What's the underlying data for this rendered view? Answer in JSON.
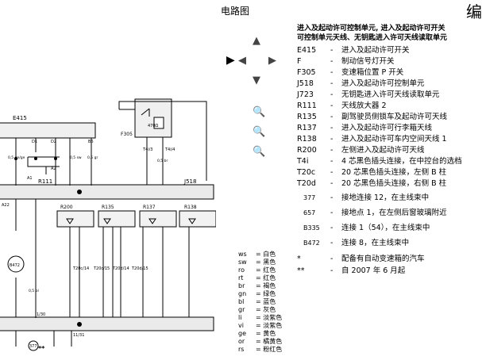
{
  "header": {
    "title": "电路图",
    "corner": "编"
  },
  "legend_title": [
    "进入及起动许可控制单元, 进入及起动许可开关",
    "可控制单元天线、无钥匙进入许可天线读取单元"
  ],
  "legend_rows": [
    {
      "code": "E415",
      "desc": "进入及起动许可开关"
    },
    {
      "code": "F",
      "desc": "制动信号灯开关"
    },
    {
      "code": "F305",
      "desc": "变速箱位置 P 开关"
    },
    {
      "code": "J518",
      "desc": "进入及起动许可控制单元"
    },
    {
      "code": "J723",
      "desc": "无钥匙进入许可天线读取单元"
    },
    {
      "code": "R111",
      "desc": "天线放大器 2"
    },
    {
      "code": "R135",
      "desc": "副驾驶员侧锁车及起动许可天线"
    },
    {
      "code": "R137",
      "desc": "进入及起动许可行李箱天线"
    },
    {
      "code": "R138",
      "desc": "进入及起动许可车内空间天线 1"
    },
    {
      "code": "R200",
      "desc": "左侧进入及起动许可天线"
    },
    {
      "code": "T4i",
      "desc": "4 芯黑色插头连接，在中控台的选档"
    },
    {
      "code": "T20c",
      "desc": "20 芯黑色插头连接，左侧 B 柱"
    },
    {
      "code": "T20d",
      "desc": "20 芯黑色插头连接，右侧 B 柱"
    },
    {
      "code": "377",
      "desc": "接地连接 12，在主线束中",
      "small": true
    },
    {
      "code": "657",
      "desc": "接地点 1，在左侧后窗玻璃附近",
      "small": true
    },
    {
      "code": "B335",
      "desc": "连接 1（54），在主线束中",
      "small": true
    },
    {
      "code": "B472",
      "desc": "连接 8，在主线束中",
      "small": true
    },
    {
      "code": "*",
      "desc": "配备有自动变速箱的汽车"
    },
    {
      "code": "**",
      "desc": "自 2007 年 6 月起"
    }
  ],
  "colors": [
    {
      "code": "ws",
      "name": "白色"
    },
    {
      "code": "sw",
      "name": "黑色"
    },
    {
      "code": "ro",
      "name": "红色"
    },
    {
      "code": "rt",
      "name": "红色"
    },
    {
      "code": "br",
      "name": "褐色"
    },
    {
      "code": "gn",
      "name": "绿色"
    },
    {
      "code": "bl",
      "name": "蓝色"
    },
    {
      "code": "gr",
      "name": "灰色"
    },
    {
      "code": "li",
      "name": "淡紫色"
    },
    {
      "code": "vi",
      "name": "淡紫色"
    },
    {
      "code": "ge",
      "name": "黄色"
    },
    {
      "code": "or",
      "name": "橘黄色"
    },
    {
      "code": "rs",
      "name": "粉红色"
    }
  ],
  "diagram": {
    "e415": "E415",
    "r111": "R111",
    "f305": "F305",
    "j518": "J518",
    "b472": "B472",
    "n377": "377",
    "f305_val": "470Ω",
    "pins": {
      "t4i_3": "T4i/3",
      "t4i_4": "T4i/4",
      "d1": "D1",
      "d2": "D2",
      "a1": "A1",
      "a2": "A2",
      "b6": "B6",
      "t20c14": "T20c/14",
      "t20c15": "T20c/15",
      "t20d14": "T20d/14",
      "t20d15": "T20d/15",
      "a22": "A22",
      "r130": "1/30",
      "r1131": "11/31"
    },
    "antennas": [
      "R200",
      "R135",
      "R137",
      "R138"
    ],
    "wire_labels": [
      "0,5 gn/ge",
      "0,5 sw",
      "0,5 gr",
      "0,5 br",
      "0,5 bl"
    ],
    "stars": "**"
  }
}
